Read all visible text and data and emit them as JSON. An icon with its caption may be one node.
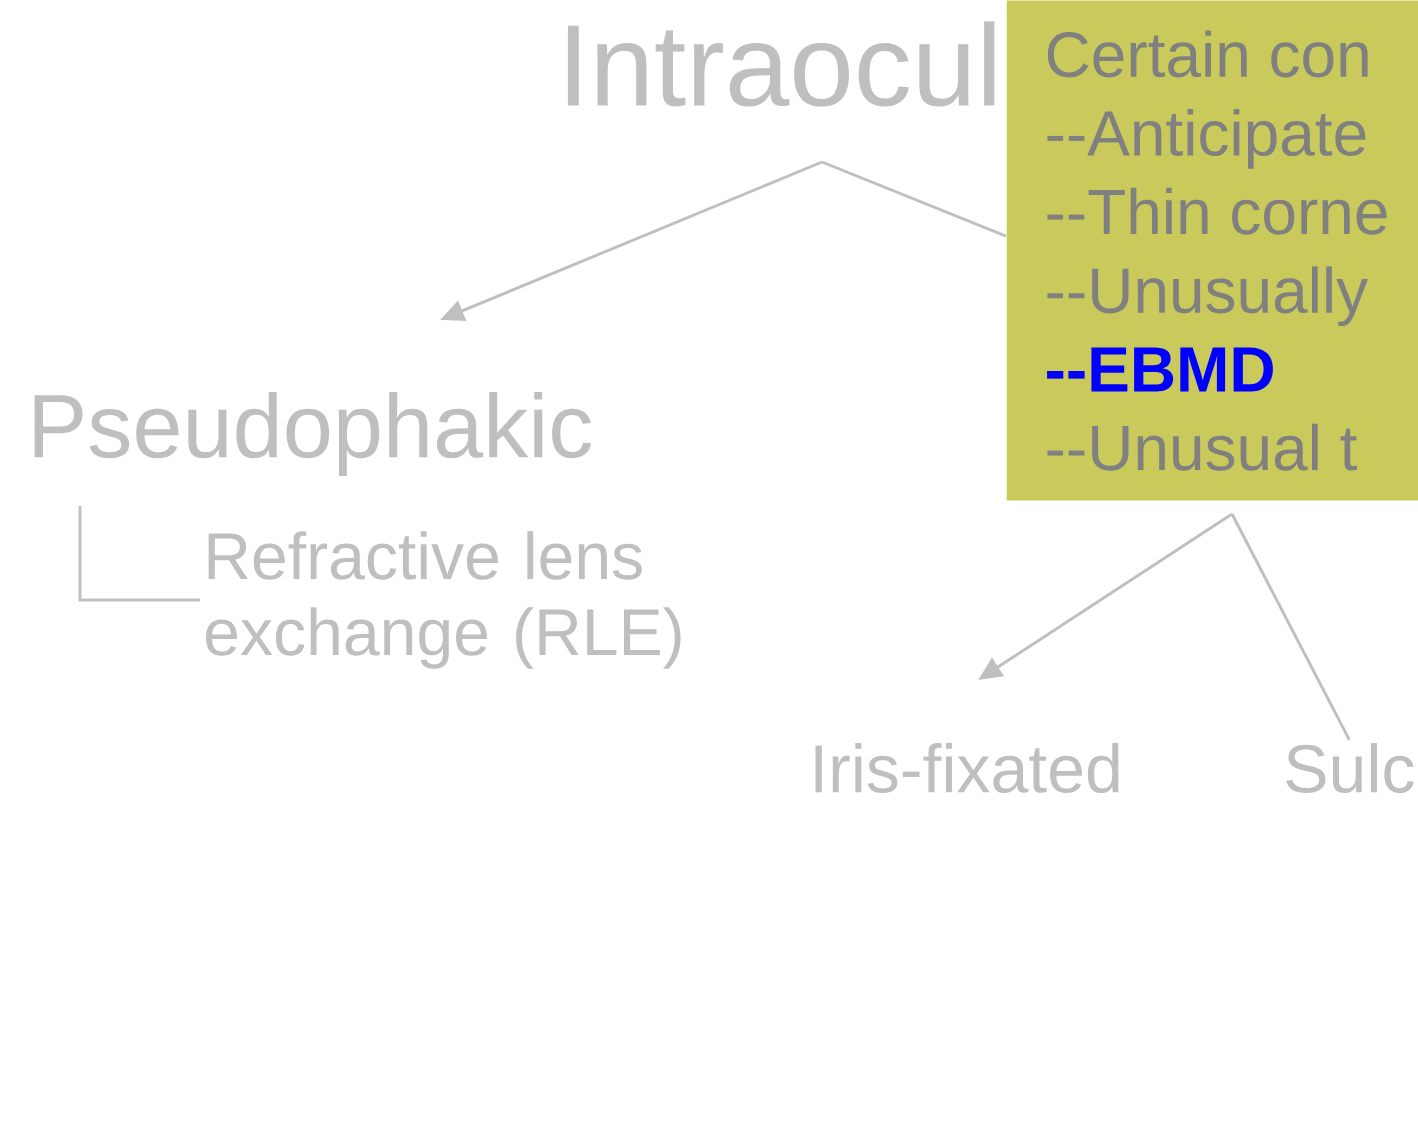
{
  "diagram": {
    "nodes": [
      {
        "text": [
          "Intraocul"
        ]
      },
      {
        "text": [
          "Pseudophakic"
        ]
      },
      {
        "text": [
          "Refractive lens exchange (RLE)"
        ]
      },
      {
        "text": [
          "Certain con",
          "--Anticipate",
          "--Thin corne",
          "--Unusually",
          "--EBMD",
          "--Unusual t"
        ]
      },
      {
        "text": [
          "Iris-fixated"
        ]
      },
      {
        "text": [
          "Sulc"
        ]
      }
    ],
    "edges": [
      {
        "from": 0,
        "to": 1,
        "arrow": "to"
      },
      {
        "from": 0,
        "to": 3,
        "arrow": "none"
      },
      {
        "from": 1,
        "to": 2,
        "arrow": "none"
      },
      {
        "from": 3,
        "to": 4,
        "arrow": "to"
      },
      {
        "from": 3,
        "to": 5,
        "arrow": "none"
      }
    ]
  }
}
